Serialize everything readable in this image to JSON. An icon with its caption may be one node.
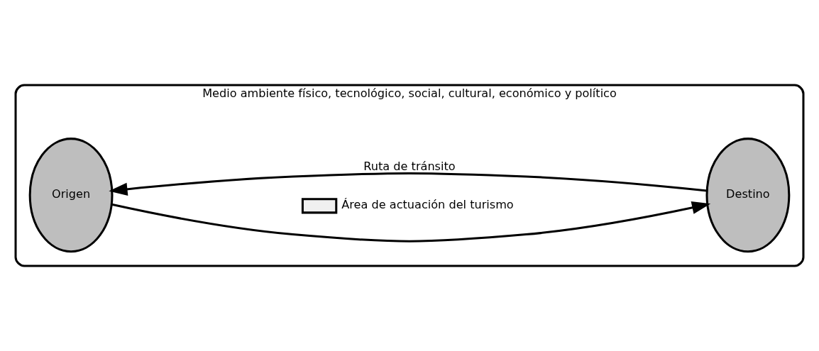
{
  "diagram": {
    "nodes": [
      {
        "text": [
          "Medio ambiente físico, tecnológico, social, cultural, económico y político"
        ]
      },
      {
        "text": [
          "Origen"
        ],
        "in": 0
      },
      {
        "text": [
          "Destino"
        ],
        "in": 0
      }
    ],
    "edges": [
      {
        "from": 1,
        "to": 2,
        "arrow": "to"
      },
      {
        "from": 2,
        "to": 1,
        "arrow": "to",
        "label": "Ruta de tránsito"
      }
    ],
    "legend": [
      {
        "text": "Área de actuación del turismo",
        "color": "#f0f0f0"
      }
    ]
  }
}
